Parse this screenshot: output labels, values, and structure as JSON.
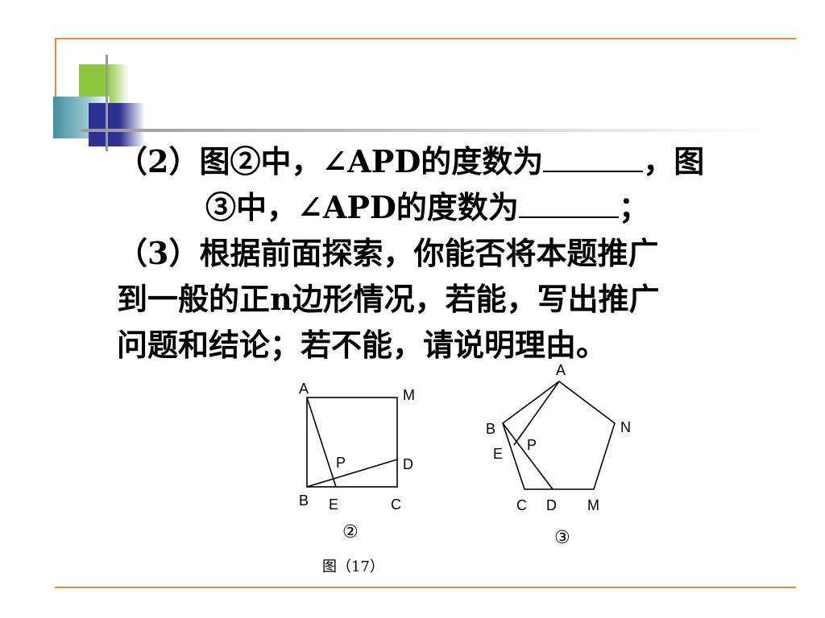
{
  "slide": {
    "accent_color": "#e8883a",
    "lines": [
      {
        "a": "（2）图②中，∠APD的度数为",
        "b": "，图"
      },
      {
        "a": "③中，∠APD的度数为",
        "b": "；"
      },
      {
        "text": "（3）根据前面探索，你能否将本题推广"
      },
      {
        "text": "到一般的正n边形情况，若能，写出推广"
      },
      {
        "text": "问题和结论；若不能，请说明理由。"
      }
    ]
  },
  "figure_square": {
    "labels": {
      "A": "A",
      "M": "M",
      "P": "P",
      "D": "D",
      "B": "B",
      "E": "E",
      "C": "C"
    },
    "caption": "②"
  },
  "figure_pentagon": {
    "labels": {
      "A": "A",
      "B": "B",
      "N": "N",
      "P": "P",
      "E": "E",
      "C": "C",
      "D": "D",
      "M": "M"
    },
    "caption": "③"
  },
  "figure_caption": "图（17）"
}
